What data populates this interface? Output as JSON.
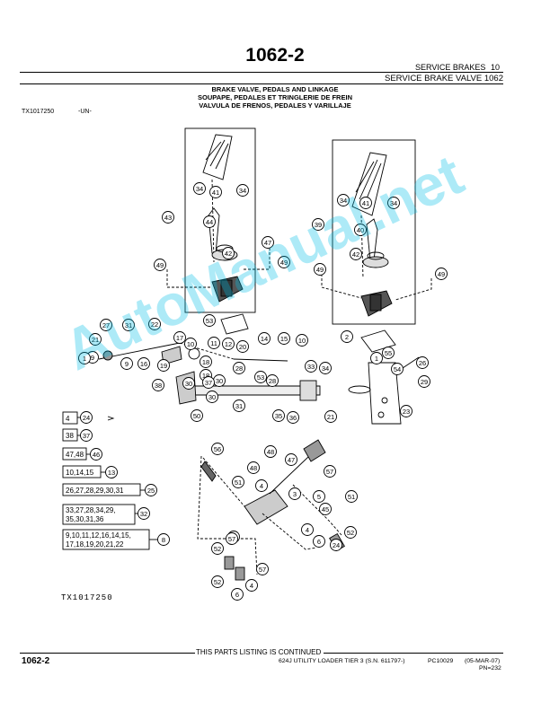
{
  "header": {
    "page_title": "1062-2",
    "section": "SERVICE BRAKES",
    "section_number": "10",
    "subsection": "SERVICE BRAKE VALVE 1062"
  },
  "title_lines": [
    "BRAKE VALVE, PEDALS AND LINKAGE",
    "SOUPAPE, PEDALES ET TRINGLERIE DE FREIN",
    "VALVULA DE FRENOS, PEDALES Y VARILLAJE"
  ],
  "figure": {
    "ref": "TX1017250",
    "status": "-UN-",
    "code": "TX1017250",
    "callouts": [
      "34",
      "41",
      "34",
      "43",
      "44",
      "42",
      "49",
      "47",
      "49",
      "34",
      "41",
      "34",
      "39",
      "40",
      "42",
      "49",
      "49",
      "53",
      "27",
      "31",
      "22",
      "21",
      "17",
      "9",
      "10",
      "11",
      "12",
      "20",
      "14",
      "15",
      "10",
      "1",
      "9",
      "16",
      "19",
      "18",
      "18",
      "28",
      "30",
      "30",
      "28",
      "53",
      "2",
      "1",
      "55",
      "54",
      "26",
      "38",
      "37",
      "30",
      "33",
      "34",
      "35",
      "36",
      "21",
      "29",
      "50",
      "31",
      "23",
      "56",
      "48",
      "48",
      "47",
      "57",
      "5",
      "45",
      "51",
      "51",
      "4",
      "3",
      "4",
      "52",
      "46",
      "6",
      "52",
      "57",
      "52",
      "57",
      "6",
      "4",
      "24"
    ],
    "groups": [
      {
        "items": "4",
        "target": "24"
      },
      {
        "items": "38",
        "target": "37"
      },
      {
        "items": "47,48",
        "target": "46"
      },
      {
        "items": "10,14,15",
        "target": "13"
      },
      {
        "items": "26,27,28,29,30,31",
        "target": "25"
      },
      {
        "items": "33,27,28,34,29,35,30,31,36",
        "target": "32"
      },
      {
        "items": "9,10,11,12,16,14,15,17,18,19,20,21,22",
        "target": "8"
      }
    ]
  },
  "footer": {
    "continued": "THIS PARTS LISTING IS CONTINUED",
    "page_num": "1062-2",
    "model": "624J UTILITY LOADER TIER 3 (S.N. 611797-)",
    "pc": "PC10029",
    "date": "(05-MAR-07)",
    "pn": "PN=232"
  },
  "watermark": "AutoManual.net"
}
